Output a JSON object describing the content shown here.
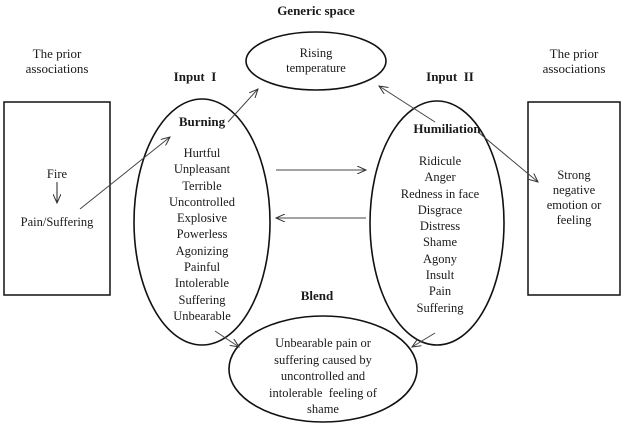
{
  "generic_space": {
    "title": "Generic space",
    "content": [
      "Rising",
      "temperature"
    ]
  },
  "left_prior": {
    "title": [
      "The prior",
      "associations"
    ],
    "source": "Fire",
    "target": "Pain/Suffering"
  },
  "right_prior": {
    "title": [
      "The prior",
      "associations"
    ],
    "content": [
      "Strong",
      "negative",
      "emotion or",
      "feeling"
    ]
  },
  "input1": {
    "title": "Input  I",
    "heading": "Burning",
    "items": [
      "Hurtful",
      "Unpleasant",
      "Terrible",
      "Uncontrolled",
      "Explosive",
      "Powerless",
      "Agonizing",
      "Painful",
      "Intolerable",
      "Suffering",
      "Unbearable"
    ]
  },
  "input2": {
    "title": "Input  II",
    "heading": "Humiliation",
    "items": [
      "Ridicule",
      "Anger",
      "Redness in  face",
      "Disgrace",
      "Distress",
      "Shame",
      "Agony",
      "Insult",
      "Pain",
      "Suffering"
    ]
  },
  "blend": {
    "title": "Blend",
    "content": [
      "Unbearable pain or",
      "suffering caused by",
      "uncontrolled and",
      "intolerable  feeling of",
      "shame"
    ]
  }
}
